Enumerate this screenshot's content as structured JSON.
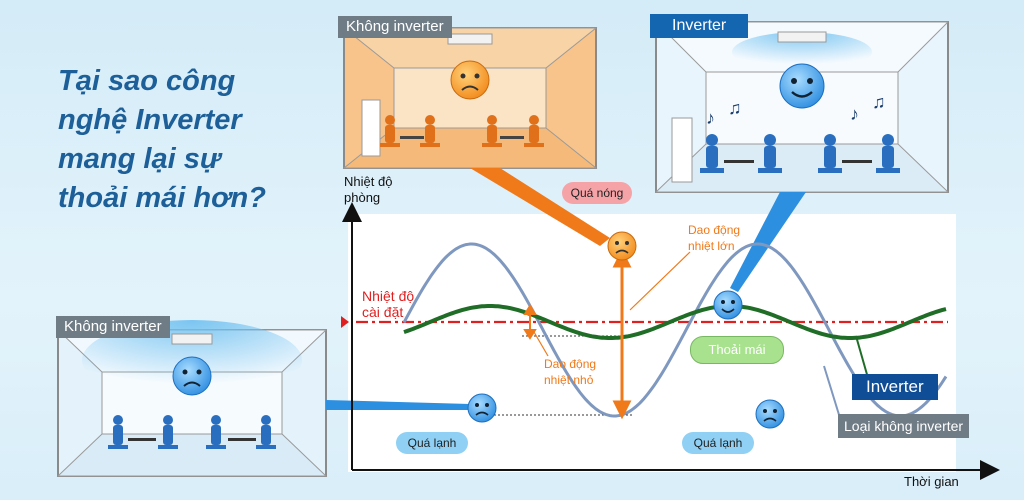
{
  "headline": {
    "lines": [
      "Tại sao công",
      "nghệ Inverter",
      "mang lại sự",
      "thoải mái hơn?"
    ]
  },
  "rooms": {
    "hot_label": "Không inverter",
    "comfort_label": "Inverter",
    "cold_label": "Không inverter"
  },
  "axes": {
    "y_label": [
      "Nhiệt độ",
      "phòng"
    ],
    "x_label": "Thời gian"
  },
  "setpoint": [
    "Nhiệt độ",
    "cài đặt"
  ],
  "annotations": {
    "too_hot": "Quá nóng",
    "too_cold_1": "Quá lạnh",
    "too_cold_2": "Quá lạnh",
    "comfortable": "Thoải mái",
    "big_swing": [
      "Dao động",
      "nhiệt lớn"
    ],
    "small_swing": [
      "Dao động",
      "nhiệt nhỏ"
    ]
  },
  "legend": {
    "inverter": "Inverter",
    "non_inverter": "Loại không inverter"
  },
  "colors": {
    "headline": "#1d5f98",
    "setpoint": "#e02020",
    "inverter_line": "#1f6d26",
    "non_inverter_line": "#7f98bf",
    "callout": "#f07a1a",
    "pointer": "#2d8fe0"
  },
  "chart_data": {
    "type": "line",
    "xlabel": "Thời gian",
    "ylabel": "Nhiệt độ phòng",
    "grid": false,
    "series": [
      {
        "name": "Inverter",
        "shape": "small oscillation around setpoint"
      },
      {
        "name": "Loại không inverter",
        "shape": "large oscillation around setpoint"
      }
    ]
  }
}
